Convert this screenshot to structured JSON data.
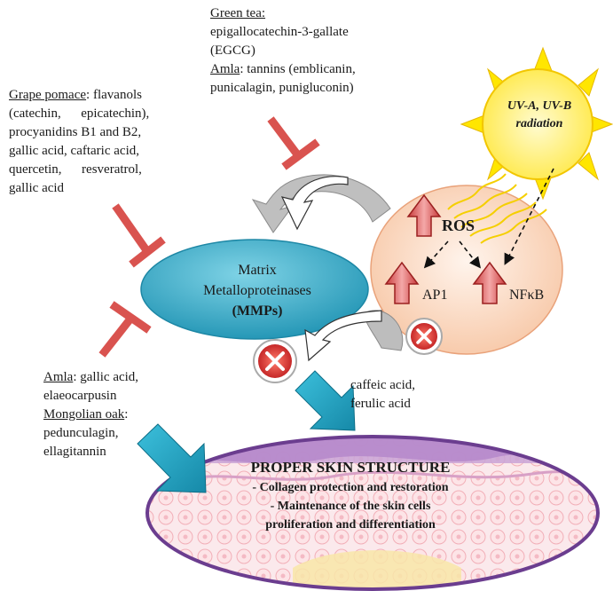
{
  "green_tea": {
    "heading": "Green tea:",
    "line1": "epigallocatechin-3-gallate",
    "line2": "(EGCG)"
  },
  "amla_top": {
    "heading": "Amla",
    "rest1": ":  tannins  (emblicanin,",
    "line2": "punicalagin, punigluconin)"
  },
  "grape": {
    "heading": "Grape pomace",
    "rest1": ": flavanols",
    "lines": [
      "(catechin,      epicatechin),",
      "procyanidins B1 and B2,",
      "gallic acid, caftaric acid,",
      "quercetin,      resveratrol,",
      "gallic acid"
    ]
  },
  "uv": {
    "line1": "UV-A, UV-B",
    "line2": "radiation"
  },
  "ros_cell": {
    "ros": "ROS",
    "ap1": "AP1",
    "nfkb": "NFκB"
  },
  "mmp": {
    "line1": "Matrix",
    "line2": "Metalloproteinases",
    "line3": "(MMPs)"
  },
  "amla_bottom": {
    "heading": "Amla",
    "rest1": ": gallic acid,",
    "line2": "elaeocarpusin"
  },
  "oak": {
    "heading": "Mongolian oak",
    "rest1": ":",
    "line2": "pedunculagin,",
    "line3": "ellagitannin"
  },
  "acids": {
    "line1": "caffeic acid,",
    "line2": "ferulic acid"
  },
  "skin": {
    "title": "PROPER SKIN STRUCTURE",
    "line1": "- Collagen protection and restoration",
    "line2": "- Maintenance of the skin cells",
    "line3": "proliferation and differentiation"
  },
  "colors": {
    "inhibitor_red": "#d9534f",
    "mmp_teal": "#33a9c4",
    "cell_peach": "#fad7c0",
    "skin_purple": "#7b4f9e",
    "sun_yellow": "#ffe600",
    "big_arrow_teal": "#1aa3c2"
  }
}
